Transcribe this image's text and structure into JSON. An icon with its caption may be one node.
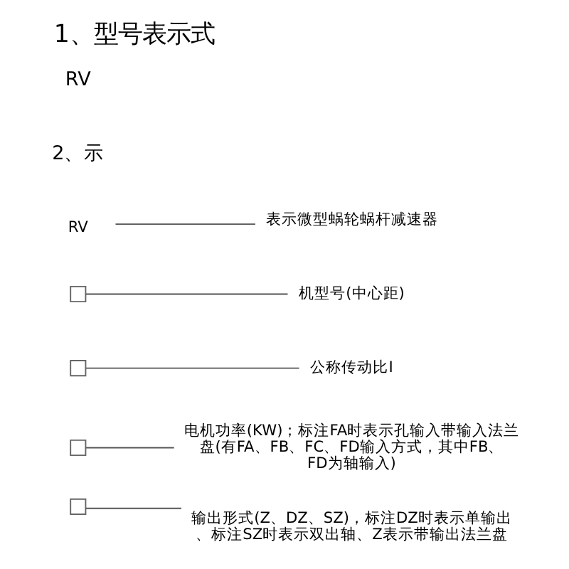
{
  "diagram": {
    "title": "1、型号表示式",
    "nodes": [
      {
        "text": [
          "RV"
        ]
      },
      {
        "text": [],
        "shape": "box"
      },
      {
        "text": [],
        "shape": "box"
      },
      {
        "text": [],
        "shape": "box"
      },
      {
        "text": [],
        "shape": "box"
      },
      {
        "text": [
          "输出形式(Z、DZ、SZ)，标注DZ时表示单输出、标注SZ时表示双出轴、Z表示带输出法兰盘"
        ]
      },
      {
        "text": [
          "电机功率(KW)；标注FA时表示孔输入带输入法兰盘(有FA、FB、FC、FD输入方式，其中FB、FD为轴输入)"
        ]
      },
      {
        "text": [
          "公称传动比I"
        ]
      },
      {
        "text": [
          "机型号(中心距)"
        ]
      },
      {
        "text": [
          "表示微型蜗轮蜗杆减速器"
        ]
      }
    ],
    "edges": [
      {
        "from": 4,
        "to": 5,
        "arrow": "none"
      },
      {
        "from": 3,
        "to": 6,
        "arrow": "none"
      },
      {
        "from": 2,
        "to": 7,
        "arrow": "none"
      },
      {
        "from": 1,
        "to": 8,
        "arrow": "none"
      },
      {
        "from": 0,
        "to": 9,
        "arrow": "none"
      }
    ],
    "labels": [
      "2、示",
      "RV"
    ]
  }
}
